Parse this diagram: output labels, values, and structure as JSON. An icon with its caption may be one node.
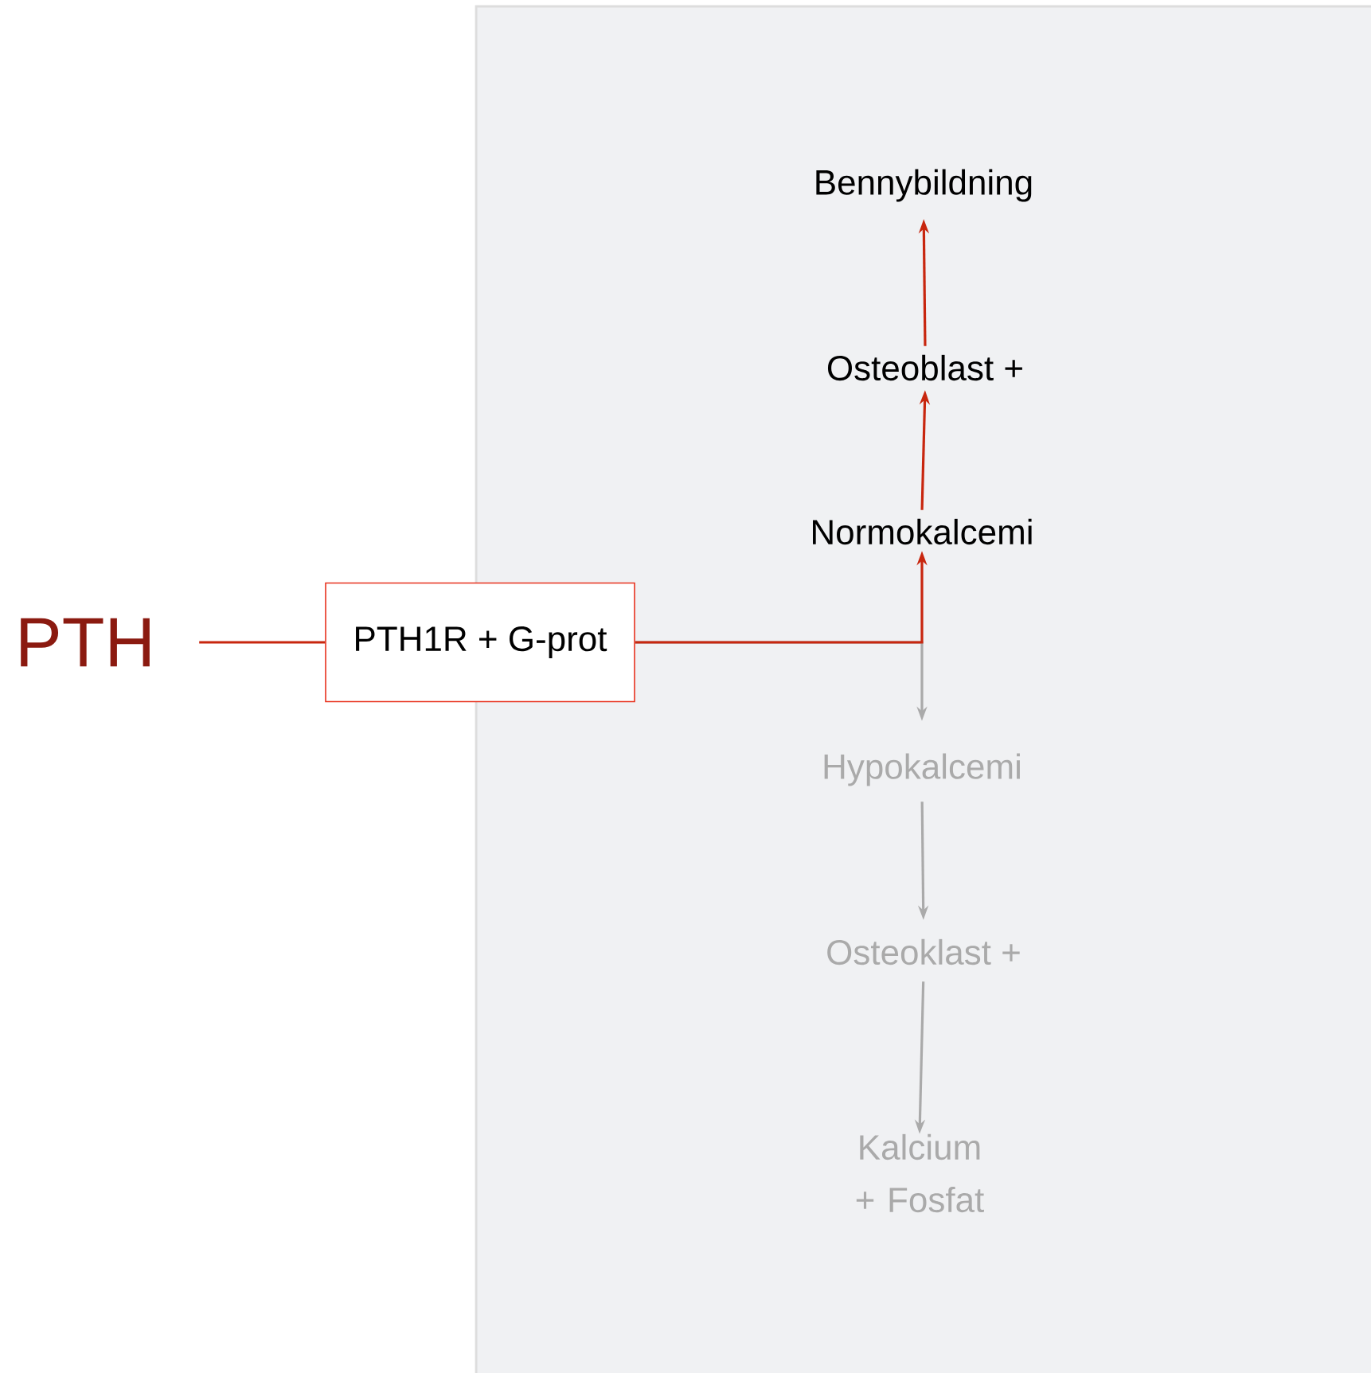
{
  "diagram": {
    "nodes": [
      {
        "text": [
          "PTH"
        ]
      },
      {
        "text": [
          "PTH1R + G-prot"
        ]
      },
      {
        "text": [
          "Normokalcemi"
        ]
      },
      {
        "text": [
          "Osteoblast +"
        ]
      },
      {
        "text": [
          "Bennybildning"
        ]
      },
      {
        "text": [
          "Hypokalcemi"
        ]
      },
      {
        "text": [
          "Osteoklast +"
        ]
      },
      {
        "text": [
          "Kalcium + Fosfat"
        ]
      }
    ],
    "edges": [
      {
        "from": 0,
        "to": 1,
        "arrow": "none"
      },
      {
        "from": 1,
        "to": 2,
        "arrow": "to"
      },
      {
        "from": 1,
        "to": 5,
        "arrow": "to",
        "color": "#aaaaaa"
      },
      {
        "from": 2,
        "to": 3,
        "arrow": "to"
      },
      {
        "from": 3,
        "to": 4,
        "arrow": "to"
      },
      {
        "from": 5,
        "to": 6,
        "arrow": "to",
        "color": "#aaaaaa"
      },
      {
        "from": 6,
        "to": 7,
        "arrow": "to",
        "color": "#aaaaaa"
      }
    ]
  }
}
